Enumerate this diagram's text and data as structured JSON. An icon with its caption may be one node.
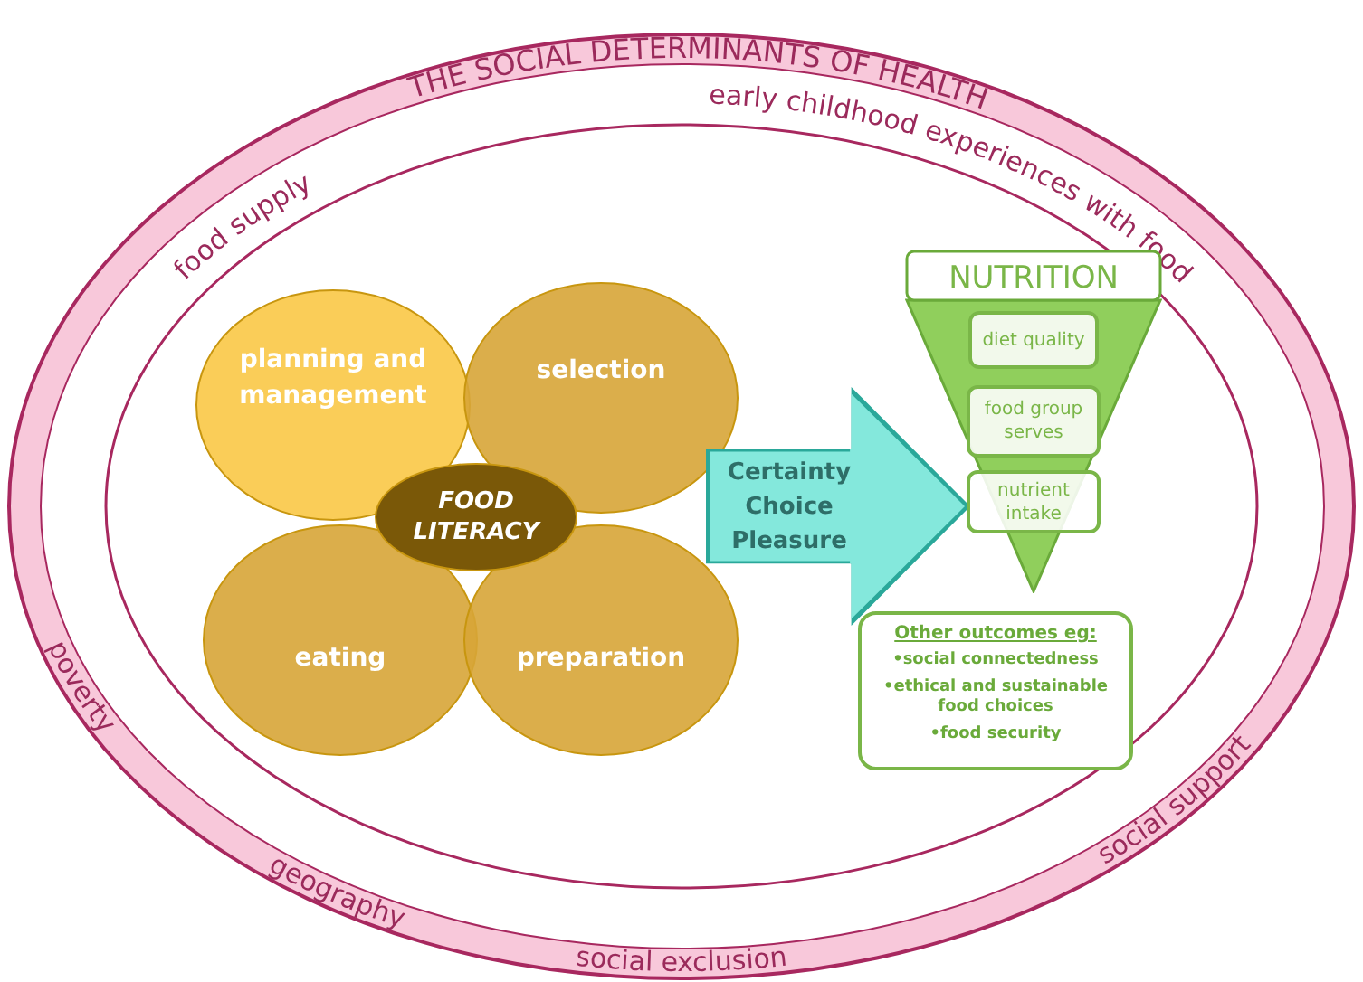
{
  "diagram": {
    "nodes": [
      {
        "text": [
          "planning and management"
        ]
      },
      {
        "text": [
          "selection"
        ]
      },
      {
        "text": [
          "eating"
        ]
      },
      {
        "text": [
          "preparation"
        ]
      },
      {
        "text": [
          "FOOD LITERACY"
        ]
      },
      {
        "text": [
          "Certainty Choice Pleasure"
        ]
      },
      {
        "text": [
          "NUTRITION"
        ]
      },
      {
        "text": [
          "diet quality"
        ],
        "in": 6
      },
      {
        "text": [
          "food group serves"
        ],
        "in": 6
      },
      {
        "text": [
          "nutrient intake"
        ],
        "in": 6
      },
      {
        "text": [
          "Other outcomes eg:",
          "•social connectedness",
          "•ethical and sustainable food choices",
          "•food security"
        ]
      }
    ],
    "labels": [
      "THE SOCIAL DETERMINANTS OF HEALTH",
      "food supply",
      "early childhood experiences with food",
      "poverty",
      "geography",
      "social support",
      "social exclusion"
    ]
  }
}
